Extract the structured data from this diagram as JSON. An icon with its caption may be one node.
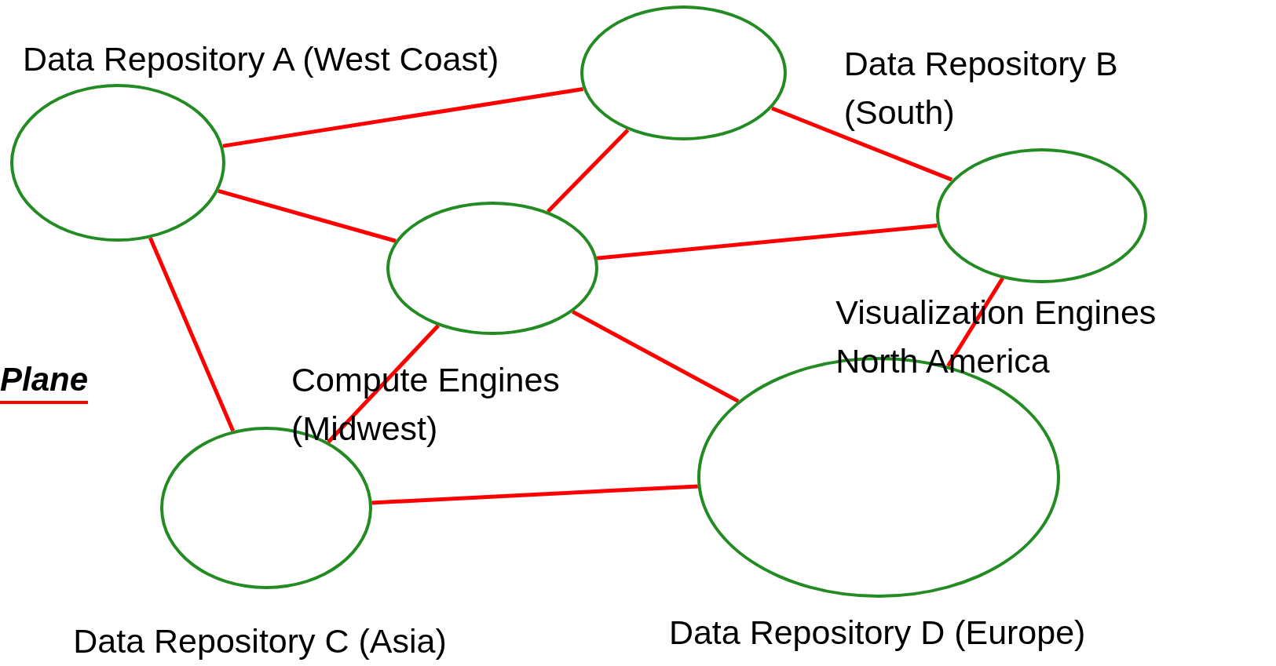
{
  "diagram": {
    "nodes": [
      {
        "text": [],
        "shape": "circle"
      },
      {
        "text": [],
        "shape": "circle"
      },
      {
        "text": [],
        "shape": "circle"
      },
      {
        "text": [],
        "shape": "circle"
      },
      {
        "text": [],
        "shape": "circle"
      },
      {
        "text": [],
        "shape": "circle"
      }
    ],
    "edges": [
      {
        "from": 0,
        "to": 1,
        "arrow": "none"
      },
      {
        "from": 0,
        "to": 2,
        "arrow": "none"
      },
      {
        "from": 0,
        "to": 4,
        "arrow": "none"
      },
      {
        "from": 1,
        "to": 2,
        "arrow": "none"
      },
      {
        "from": 1,
        "to": 3,
        "arrow": "none"
      },
      {
        "from": 2,
        "to": 3,
        "arrow": "none"
      },
      {
        "from": 2,
        "to": 5,
        "arrow": "none"
      },
      {
        "from": 2,
        "to": 4,
        "arrow": "none"
      },
      {
        "from": 3,
        "to": 5,
        "arrow": "none"
      },
      {
        "from": 4,
        "to": 5,
        "arrow": "none"
      }
    ],
    "labels": [
      "Data Repository A (West Coast)",
      "Data Repository B (South)",
      "Visualization Engines North America",
      "Compute Engines (Midwest)",
      "Plane",
      "Data Repository D (Europe)",
      "Data Repository C (Asia)"
    ]
  }
}
